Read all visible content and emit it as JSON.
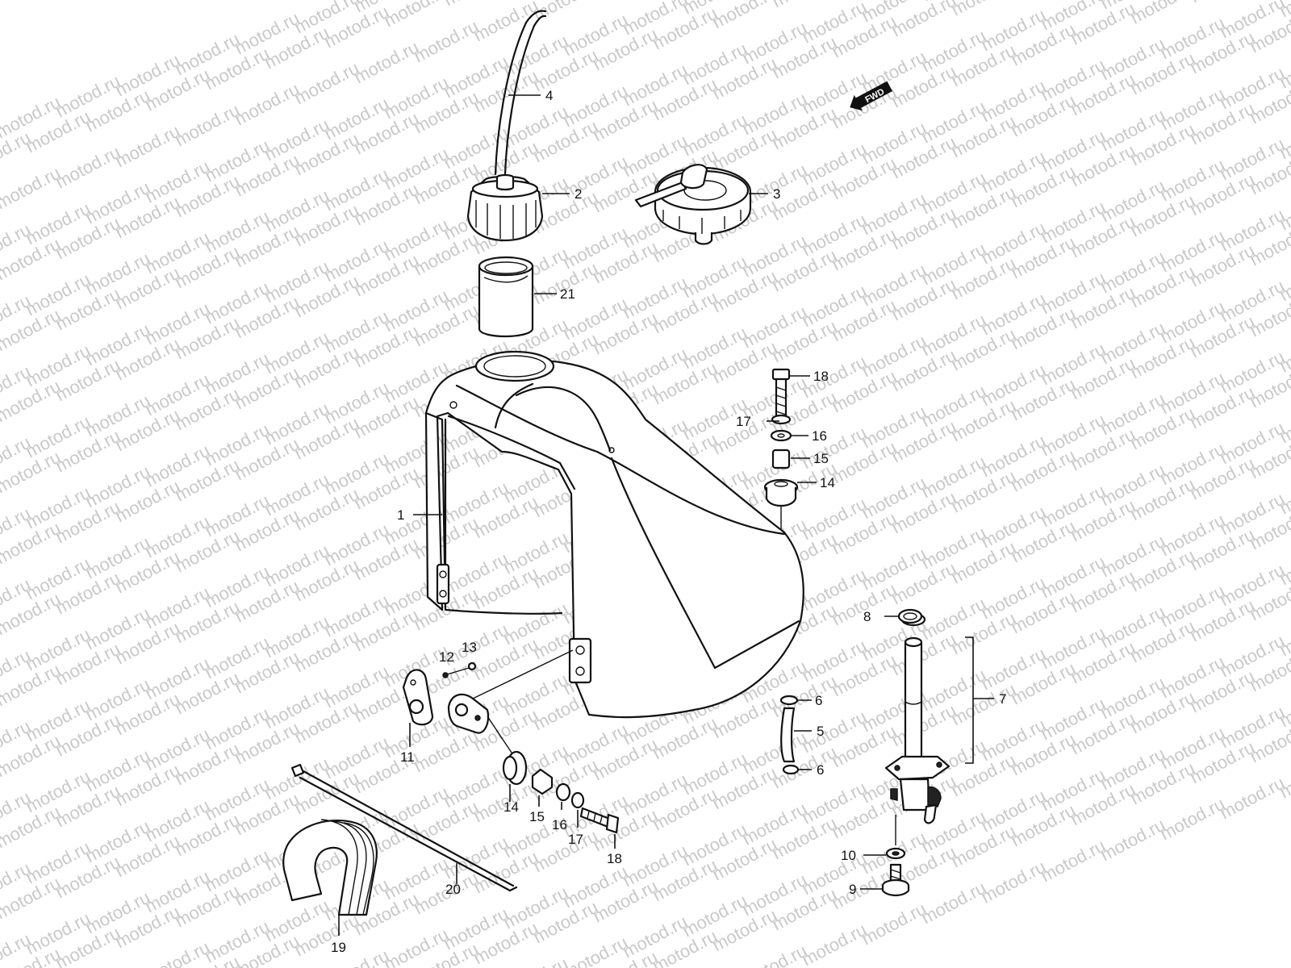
{
  "watermark": {
    "text": "motod.ru",
    "color": "#c9c9c9"
  },
  "fwd_badge": {
    "text": "FWD",
    "icon": "forward-arrow-icon"
  },
  "callouts": {
    "c1": "1",
    "c2": "2",
    "c3": "3",
    "c4": "4",
    "c5": "5",
    "c6a": "6",
    "c6b": "6",
    "c7": "7",
    "c8": "8",
    "c9": "9",
    "c10": "10",
    "c11": "11",
    "c12": "12",
    "c13": "13",
    "c14a": "14",
    "c14b": "14",
    "c15a": "15",
    "c15b": "15",
    "c16a": "16",
    "c16b": "16",
    "c17a": "17",
    "c17b": "17",
    "c18a": "18",
    "c18b": "18",
    "c19": "19",
    "c20": "20",
    "c21": "21"
  }
}
